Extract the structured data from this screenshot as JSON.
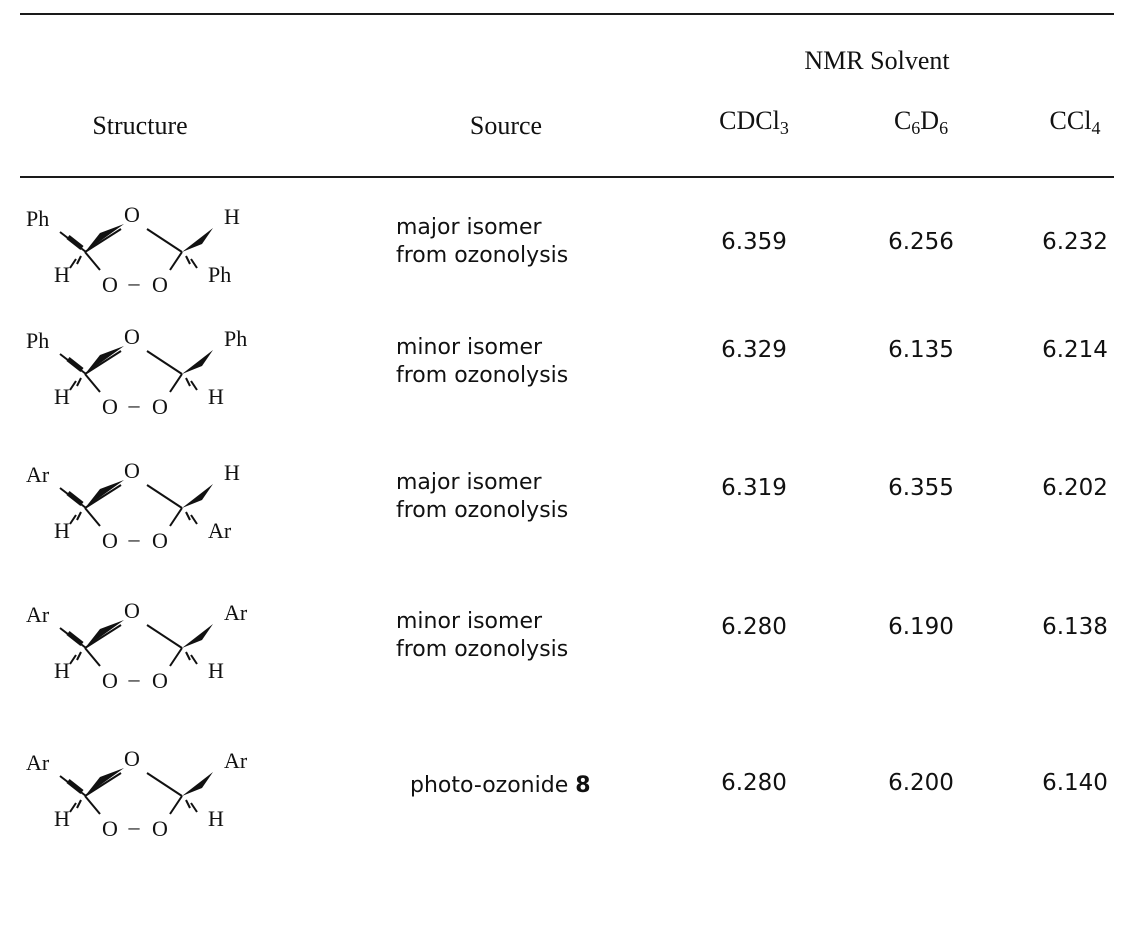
{
  "header": {
    "structure": "Structure",
    "source": "Source",
    "group": "NMR Solvent",
    "solvents": [
      {
        "base1": "CDCl",
        "sub1": "3",
        "base2": "",
        "sub2": ""
      },
      {
        "base1": "C",
        "sub1": "6",
        "base2": "D",
        "sub2": "6"
      },
      {
        "base1": "CCl",
        "sub1": "4",
        "base2": "",
        "sub2": ""
      }
    ]
  },
  "rows": [
    {
      "struct": {
        "tl": "Ph",
        "tr": "H",
        "bl": "H",
        "br": "Ph",
        "o_top": "O",
        "o_bl": "O",
        "o_br": "O",
        "dash": "–"
      },
      "source_lines": [
        "major isomer",
        "from ozonolysis"
      ],
      "source_bold": "",
      "values": [
        "6.359",
        "6.256",
        "6.232"
      ]
    },
    {
      "struct": {
        "tl": "Ph",
        "tr": "Ph",
        "bl": "H",
        "br": "H",
        "o_top": "O",
        "o_bl": "O",
        "o_br": "O",
        "dash": "–"
      },
      "source_lines": [
        "minor isomer",
        "from ozonolysis"
      ],
      "source_bold": "",
      "values": [
        "6.329",
        "6.135",
        "6.214"
      ]
    },
    {
      "struct": {
        "tl": "Ar",
        "tr": "H",
        "bl": "H",
        "br": "Ar",
        "o_top": "O",
        "o_bl": "O",
        "o_br": "O",
        "dash": "–"
      },
      "source_lines": [
        "major isomer",
        "from ozonolysis"
      ],
      "source_bold": "",
      "values": [
        "6.319",
        "6.355",
        "6.202"
      ]
    },
    {
      "struct": {
        "tl": "Ar",
        "tr": "Ar",
        "bl": "H",
        "br": "H",
        "o_top": "O",
        "o_bl": "O",
        "o_br": "O",
        "dash": "–"
      },
      "source_lines": [
        "minor isomer",
        "from ozonolysis"
      ],
      "source_bold": "",
      "values": [
        "6.280",
        "6.190",
        "6.138"
      ]
    },
    {
      "struct": {
        "tl": "Ar",
        "tr": "Ar",
        "bl": "H",
        "br": "H",
        "o_top": "O",
        "o_bl": "O",
        "o_br": "O",
        "dash": "–"
      },
      "source_lines": [
        "photo-ozonide "
      ],
      "source_bold": "8",
      "values": [
        "6.280",
        "6.200",
        "6.140"
      ]
    }
  ]
}
